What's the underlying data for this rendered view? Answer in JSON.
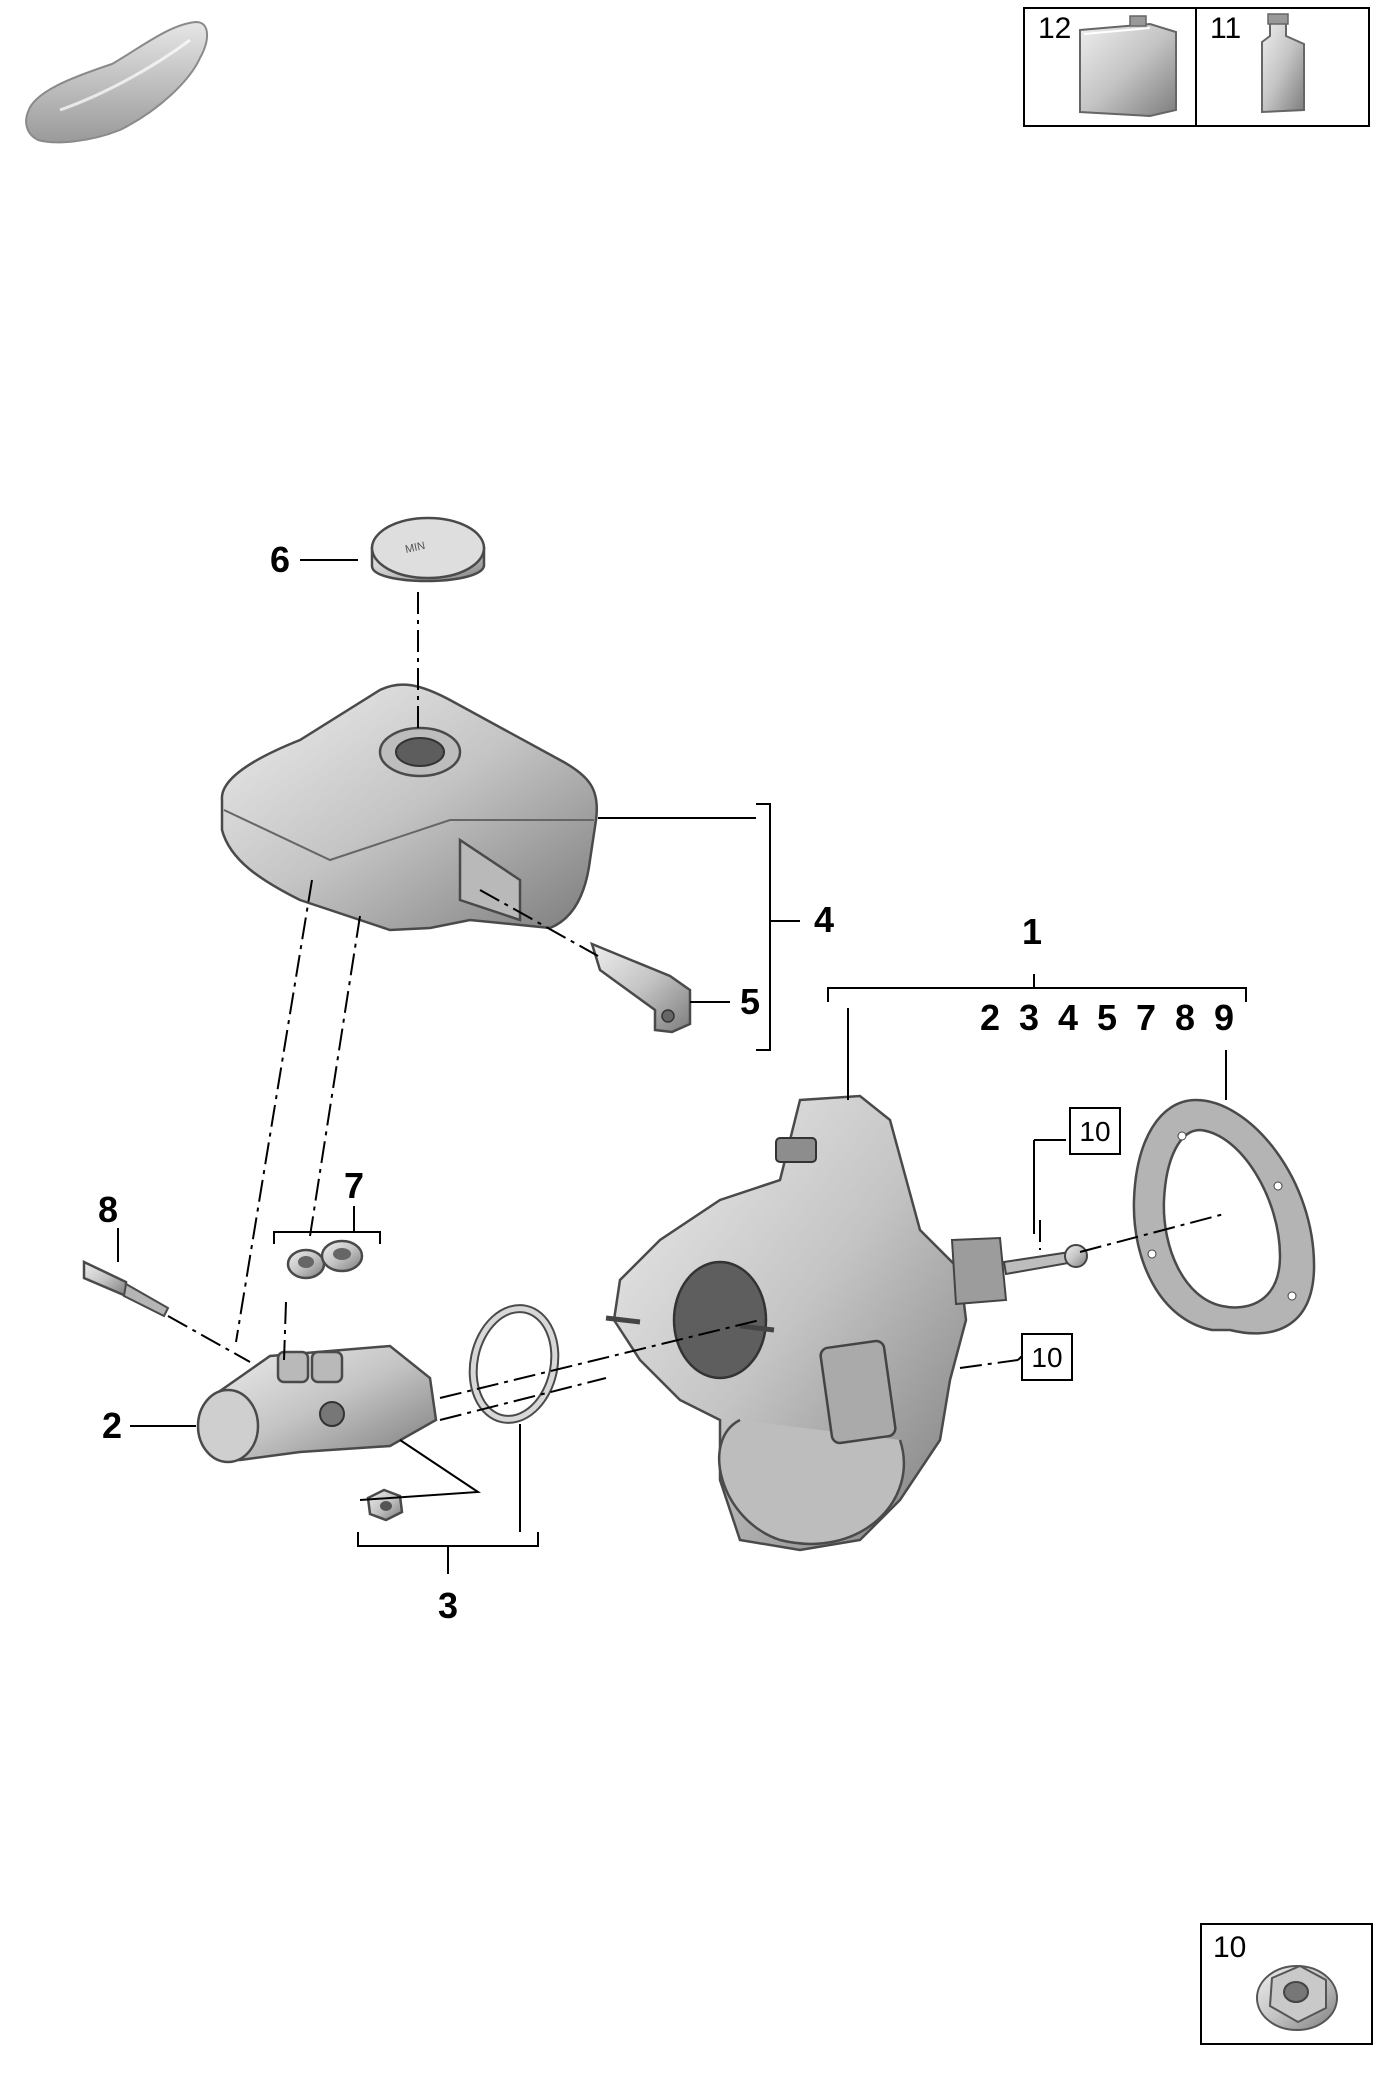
{
  "callouts": {
    "c1": "1",
    "c2": "2",
    "c3": "3",
    "c4": "4",
    "c5": "5",
    "c6": "6",
    "c7": "7",
    "c8": "8",
    "c1_list": [
      "2",
      "3",
      "4",
      "5",
      "7",
      "8",
      "9"
    ],
    "ref_upper": "10",
    "ref_lower": "10"
  },
  "accessories": {
    "canister_label": "12",
    "bottle_label": "11",
    "nut_label": "10"
  },
  "icons": {
    "vehicle": "car-silhouette-icon",
    "canister": "fluid-canister-icon",
    "bottle": "fluid-bottle-icon",
    "nut": "flange-nut-icon"
  },
  "colors": {
    "line": "#000000",
    "part_fill": "#c8c8c8",
    "part_shadow": "#8a8a8a",
    "background": "#ffffff"
  }
}
